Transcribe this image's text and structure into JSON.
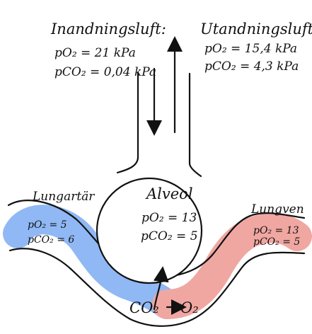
{
  "colors": {
    "ink": "#111111",
    "artery_blue": "#8fb8f4",
    "vein_red": "#f0a7a2"
  },
  "inhaled": {
    "title": "Inandningsluft:",
    "po2": "pO₂ = 21 kPa",
    "pco2": "pCO₂ = 0,04 kPa"
  },
  "exhaled": {
    "title": "Utandningsluft:",
    "po2": "pO₂ = 15,4 kPa",
    "pco2": "pCO₂ = 4,3 kPa"
  },
  "alveol": {
    "title": "Alveol",
    "po2": "pO₂ = 13",
    "pco2": "pCO₂ = 5"
  },
  "lung_artery": {
    "title": "Lungartär",
    "po2": "pO₂ = 5",
    "pco2": "pCO₂ = 6"
  },
  "lung_vein": {
    "title": "Lungven",
    "po2": "pO₂ = 13",
    "pco2": "pCO₂ = 5"
  },
  "exchange": {
    "co2": "CO₂",
    "o2": "O₂"
  }
}
